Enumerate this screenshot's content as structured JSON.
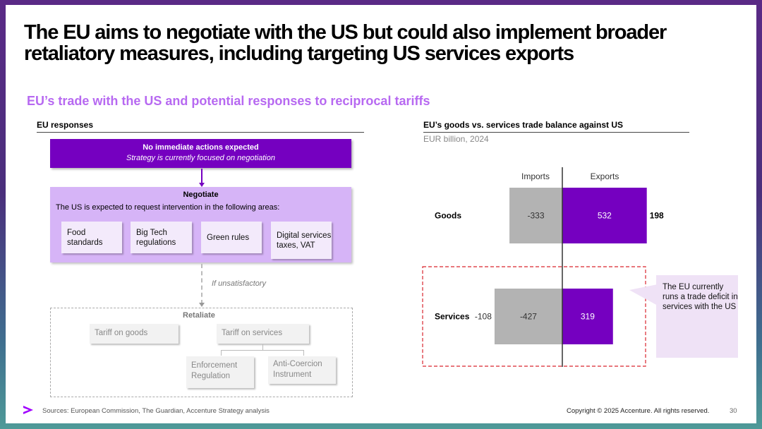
{
  "title": "The EU aims to negotiate with the US but could also implement broader retaliatory measures, including targeting US services exports",
  "subtitle": "EU’s trade with the US and potential responses to reciprocal tariffs",
  "left": {
    "heading": "EU responses",
    "top_box": {
      "title": "No immediate actions expected",
      "text": "Strategy is currently focused on negotiation"
    },
    "negotiate": {
      "title": "Negotiate",
      "text": "The US is expected to request intervention in the following areas:",
      "areas": [
        "Food standards",
        "Big Tech regulations",
        "Green rules",
        "Digital services taxes, VAT"
      ]
    },
    "if_unsatisfactory": "If unsatisfactory",
    "retaliate": {
      "title": "Retaliate",
      "goods": "Tariff on goods",
      "services": "Tariff on services",
      "instruments": [
        "Enforcement Regulation",
        "Anti-Coercion Instrument"
      ]
    }
  },
  "right": {
    "heading": "EU’s goods vs. services trade balance against US",
    "unit": "EUR billion, 2024",
    "callout": "The EU currently runs a trade deficit in services with the US"
  },
  "chart_data": {
    "type": "bar",
    "orientation": "horizontal",
    "categories": [
      "Goods",
      "Services"
    ],
    "series": [
      {
        "name": "Imports",
        "values": [
          -333,
          -427
        ],
        "color": "#b3b3b3"
      },
      {
        "name": "Exports",
        "values": [
          532,
          319
        ],
        "color": "#7500c0"
      }
    ],
    "balance": [
      198,
      -108
    ],
    "highlight": "Services"
  },
  "footer": {
    "sources": "Sources: European Commission, The Guardian, Accenture Strategy analysis",
    "copyright": "Copyright © 2025 Accenture. All rights reserved.",
    "page": "30"
  },
  "colors": {
    "accent": "#7500c0",
    "light_purple": "#d6b4f7",
    "subtitle": "#b769f1",
    "imports": "#b3b3b3"
  }
}
